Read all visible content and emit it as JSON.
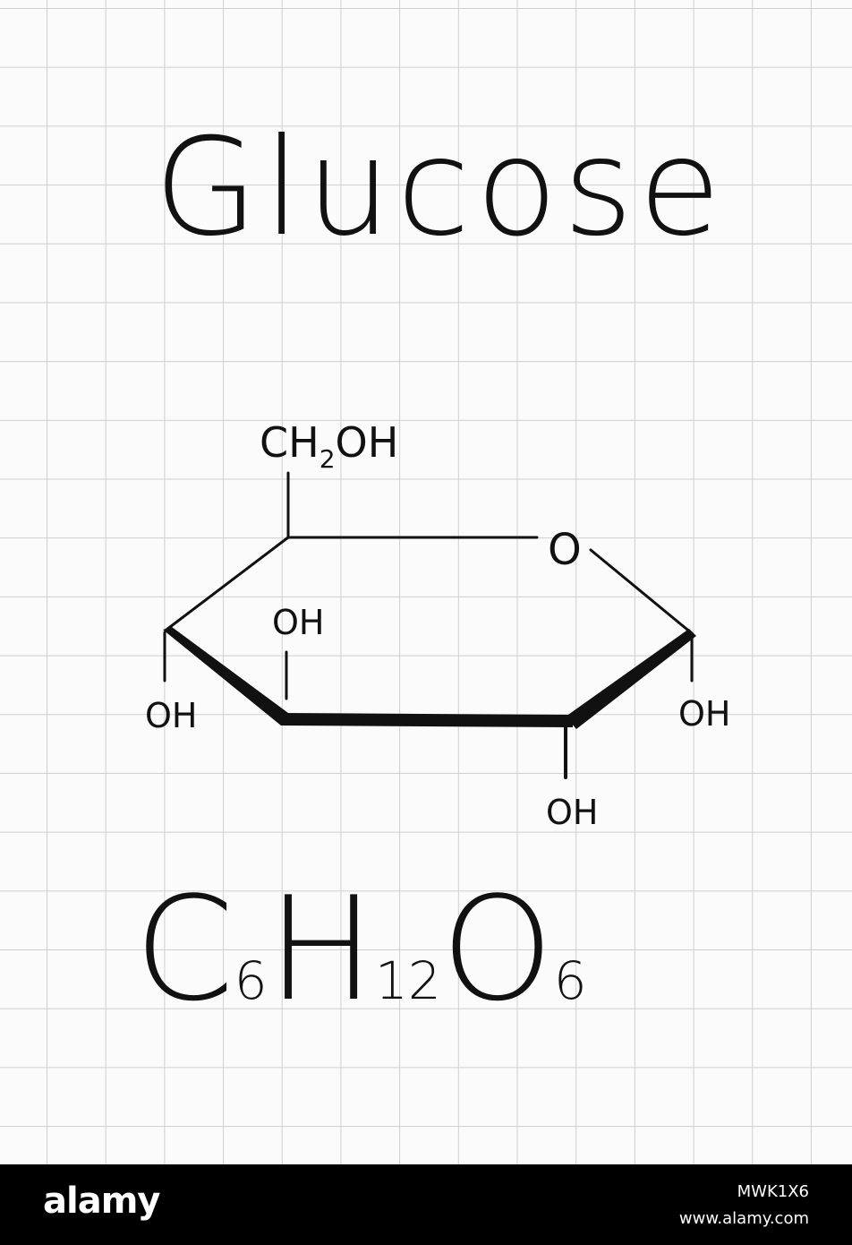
{
  "title": "Glucose",
  "structure": {
    "top_group": {
      "main": "CH",
      "sub": "2",
      "tail": "OH"
    },
    "ring_oxygen": "O",
    "hydroxyl": "OH"
  },
  "formula": {
    "parts": [
      {
        "element": "C",
        "count": "6"
      },
      {
        "element": "H",
        "count": "12"
      },
      {
        "element": "O",
        "count": "6"
      }
    ]
  },
  "footer": {
    "brand": "alamy",
    "image_id": "MWK1X6",
    "site": "www.alamy.com"
  }
}
